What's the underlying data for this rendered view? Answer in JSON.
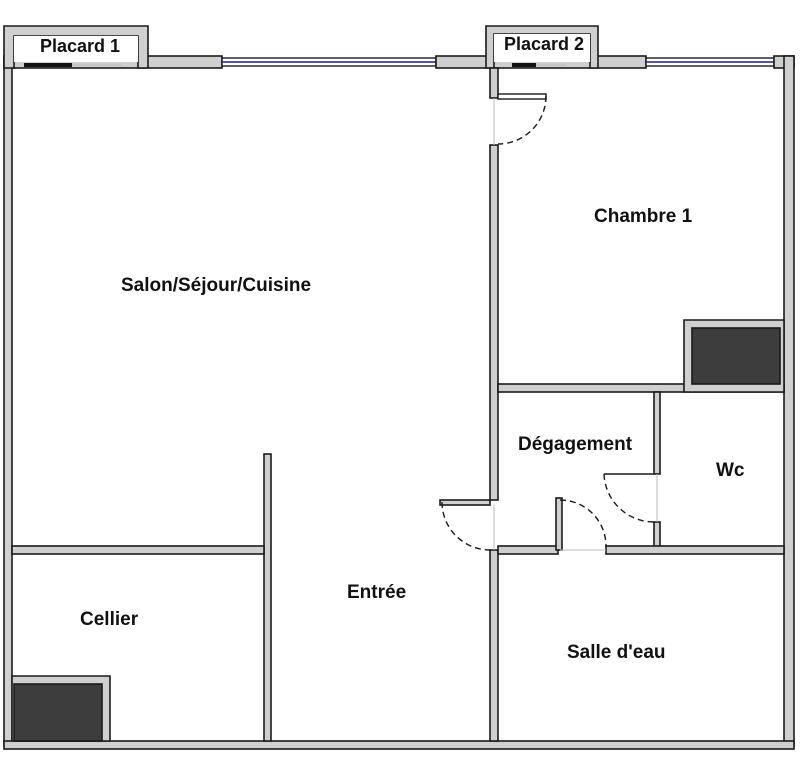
{
  "rooms": {
    "salon": "Salon/Séjour/Cuisine",
    "chambre": "Chambre 1",
    "degagement": "Dégagement",
    "wc": "Wc",
    "entree": "Entrée",
    "cellier": "Cellier",
    "salle_eau": "Salle d'eau"
  },
  "placards": {
    "p1": "Placard 1",
    "p2": "Placard 2"
  },
  "colors": {
    "wall_fill": "#cfcfcf",
    "wall_stroke": "#1a1a1a",
    "duct_fill": "#3d3d3d",
    "window_glass": "#1a1a9c",
    "floor": "#ffffff"
  }
}
